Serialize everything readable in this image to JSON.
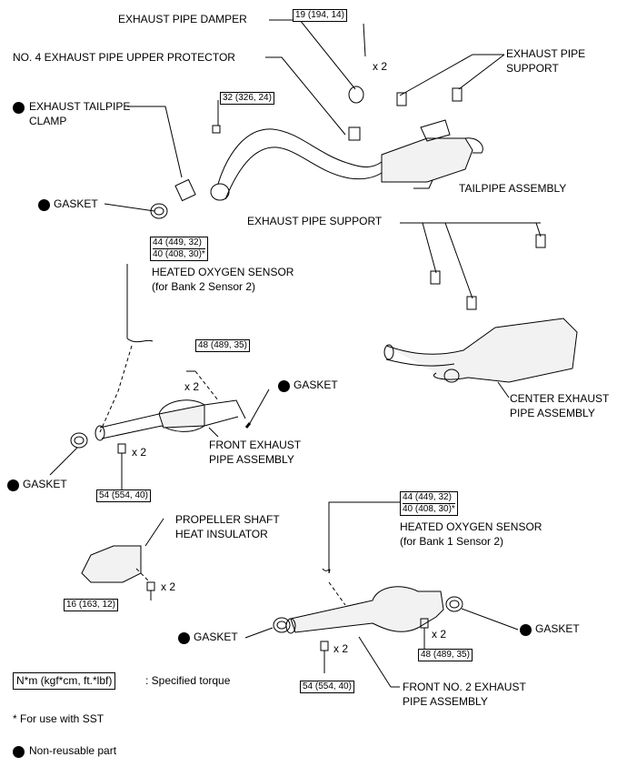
{
  "labels": {
    "damper": "EXHAUST PIPE DAMPER",
    "no4_line1": "NO. 4 EXHAUST PIPE UPPER PROTECTOR",
    "support_top_l1": "EXHAUST PIPE",
    "support_top_l2": "SUPPORT",
    "tail_clamp_l1": "EXHAUST TAILPIPE",
    "tail_clamp_l2": "CLAMP",
    "gasket_a": "GASKET",
    "tailpipe_assy": "TAILPIPE ASSEMBLY",
    "support_mid": "EXHAUST PIPE SUPPORT",
    "ho2_b2_l1": "HEATED OXYGEN SENSOR",
    "ho2_b2_l2": "(for Bank 2 Sensor 2)",
    "gasket_b": "GASKET",
    "center_l1": "CENTER EXHAUST",
    "center_l2": "PIPE ASSEMBLY",
    "front_l1": "FRONT EXHAUST",
    "front_l2": "PIPE ASSEMBLY",
    "gasket_c": "GASKET",
    "prop_l1": "PROPELLER SHAFT",
    "prop_l2": "HEAT INSULATOR",
    "ho2_b1_l1": "HEATED OXYGEN SENSOR",
    "ho2_b1_l2": "(for Bank 1 Sensor 2)",
    "gasket_d": "GASKET",
    "gasket_e": "GASKET",
    "front2_l1": "FRONT NO. 2 EXHAUST",
    "front2_l2": "PIPE ASSEMBLY"
  },
  "torques": {
    "t19": "19 (194, 14)",
    "t32": "32 (326, 24)",
    "t44a_1": "44 (449, 32)",
    "t44a_2": "40 (408, 30)*",
    "t48a": "48 (489, 35)",
    "t54a": "54 (554, 40)",
    "t16": "16 (163, 12)",
    "t44b_1": "44 (449, 32)",
    "t44b_2": "40 (408, 30)*",
    "t48b": "48 (489, 35)",
    "t54b": "54 (554, 40)"
  },
  "qty": "x 2",
  "legend": {
    "torque_box": "N*m (kgf*cm, ft.*lbf)",
    "torque_text": ": Specified torque",
    "sst": "* For use with SST",
    "nonreusable": "Non-reusable part"
  }
}
